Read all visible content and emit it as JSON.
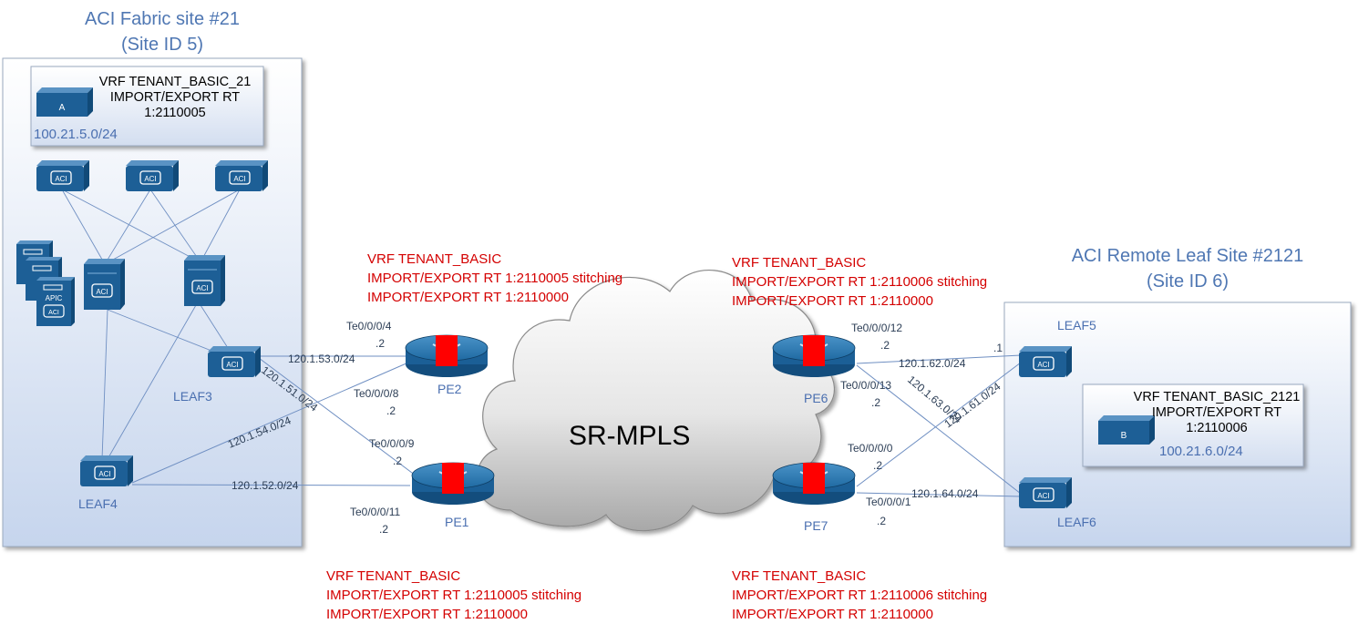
{
  "site21": {
    "title": "ACI Fabric site #21",
    "subtitle": "(Site ID 5)",
    "vrf": {
      "l1": "VRF TENANT_BASIC_21",
      "l2": "IMPORT/EXPORT RT",
      "l3": "1:2110005"
    },
    "subnet": "100.21.5.0/24",
    "host_label": "A",
    "apic_label": "APIC",
    "leaf3": "LEAF3",
    "leaf4": "LEAF4"
  },
  "site2121": {
    "title": "ACI Remote Leaf Site #2121",
    "subtitle": "(Site ID 6)",
    "vrf": {
      "l1": "VRF TENANT_BASIC_2121",
      "l2": "IMPORT/EXPORT RT",
      "l3": "1:2110006"
    },
    "subnet": "100.21.6.0/24",
    "host_label": "B",
    "leaf5": "LEAF5",
    "leaf6": "LEAF6"
  },
  "cloud": {
    "label": "SR-MPLS"
  },
  "aci_icon_text": "ACI",
  "vrf_blocks": {
    "pe2": {
      "l1": "VRF TENANT_BASIC",
      "l2": "IMPORT/EXPORT RT 1:2110005 stitching",
      "l3": "IMPORT/EXPORT RT 1:2110000"
    },
    "pe1": {
      "l1": "VRF TENANT_BASIC",
      "l2": "IMPORT/EXPORT RT 1:2110005 stitching",
      "l3": "IMPORT/EXPORT RT 1:2110000"
    },
    "pe6": {
      "l1": "VRF TENANT_BASIC",
      "l2": "IMPORT/EXPORT RT 1:2110006 stitching",
      "l3": "IMPORT/EXPORT RT 1:2110000"
    },
    "pe7": {
      "l1": "VRF TENANT_BASIC",
      "l2": "IMPORT/EXPORT RT 1:2110006 stitching",
      "l3": "IMPORT/EXPORT RT 1:2110000"
    }
  },
  "routers": {
    "pe1": "PE1",
    "pe2": "PE2",
    "pe6": "PE6",
    "pe7": "PE7"
  },
  "interfaces": {
    "pe2_te4": "Te0/0/0/4",
    "pe2_te4_ip": ".2",
    "pe2_te8": "Te0/0/0/8",
    "pe2_te8_ip": ".2",
    "pe1_te9": "Te0/0/0/9",
    "pe1_te9_ip": ".2",
    "pe1_te11": "Te0/0/0/11",
    "pe1_te11_ip": ".2",
    "pe6_te12": "Te0/0/0/12",
    "pe6_te12_ip": ".2",
    "pe6_te13": "Te0/0/0/13",
    "pe6_te13_ip": ".2",
    "pe7_te0": "Te0/0/0/0",
    "pe7_te0_ip": ".2",
    "pe7_te1": "Te0/0/0/1",
    "pe7_te1_ip": ".2",
    "leaf5_ip": ".1"
  },
  "links": {
    "l_120_1_53": "120.1.53.0/24",
    "l_120_1_51": "120.1.51.0/24",
    "l_120_1_54": "120.1.54.0/24",
    "l_120_1_52": "120.1.52.0/24",
    "l_120_1_62": "120.1.62.0/24",
    "l_120_1_61": "120.1.61.0/24",
    "l_120_1_63": "120.1.63.0/24",
    "l_120_1_64": "120.1.64.0/24"
  },
  "colors": {
    "site_fill_top": "#ffffff",
    "site_fill_bottom": "#c9d7ee",
    "device_blue": "#1d5f96",
    "router_red": "#ff0000",
    "red_text": "#d40000",
    "blue_text": "#4a6fb0",
    "link_color": "#5b7db3"
  }
}
